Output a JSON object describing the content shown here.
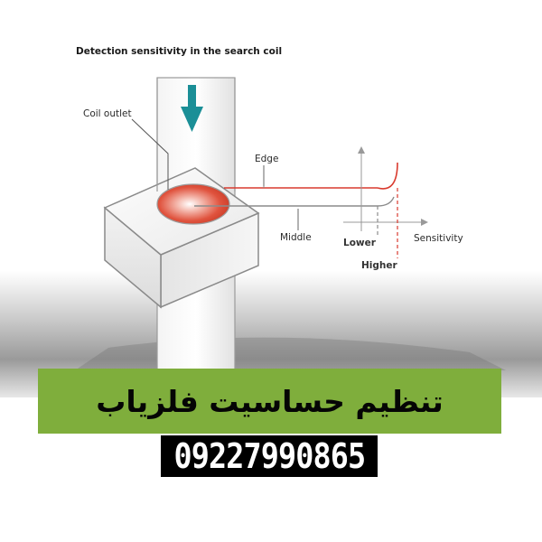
{
  "diagram": {
    "title": "Detection sensitivity in the search coil",
    "labels": {
      "coil_outlet": "Coil outlet",
      "edge": "Edge",
      "middle": "Middle",
      "lower": "Lower",
      "higher": "Higher",
      "sensitivity": "Sensitivity"
    },
    "colors": {
      "red_line": "#d93a2e",
      "arrow": "#1b8f97",
      "banner": "#7fae3c"
    },
    "icons": [
      "down-arrow-icon"
    ]
  },
  "banner": {
    "text": "تنظیم حساسیت فلزیاب"
  },
  "phone": {
    "number": "09227990865"
  }
}
